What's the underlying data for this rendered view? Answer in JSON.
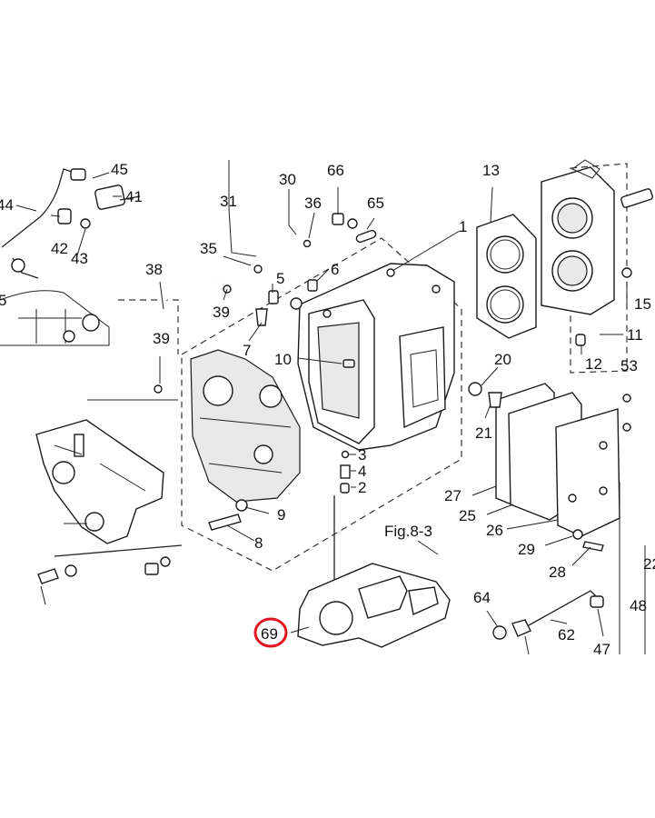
{
  "callouts": {
    "c1": "1",
    "c2": "2",
    "c3": "3",
    "c4": "4",
    "c5": "5",
    "c5b": "5",
    "c6": "6",
    "c7": "7",
    "c8": "8",
    "c9": "9",
    "c10": "10",
    "c11": "11",
    "c12": "12",
    "c13": "13",
    "c15": "15",
    "c20": "20",
    "c21": "21",
    "c22": "22",
    "c25": "25",
    "c26": "26",
    "c27": "27",
    "c28": "28",
    "c29": "29",
    "c30": "30",
    "c31": "31",
    "c35": "35",
    "c36": "36",
    "c38": "38",
    "c39": "39",
    "c39b": "39",
    "c41": "41",
    "c42": "42",
    "c43": "43",
    "c44": "44",
    "c45": "45",
    "c47": "47",
    "c48": "48",
    "c53": "53",
    "c62": "62",
    "c64": "64",
    "c65": "65",
    "c66": "66",
    "c69": "69"
  },
  "figure_ref": "Fig.8-3",
  "highlight": {
    "part": "69",
    "color": "#e0141e"
  }
}
